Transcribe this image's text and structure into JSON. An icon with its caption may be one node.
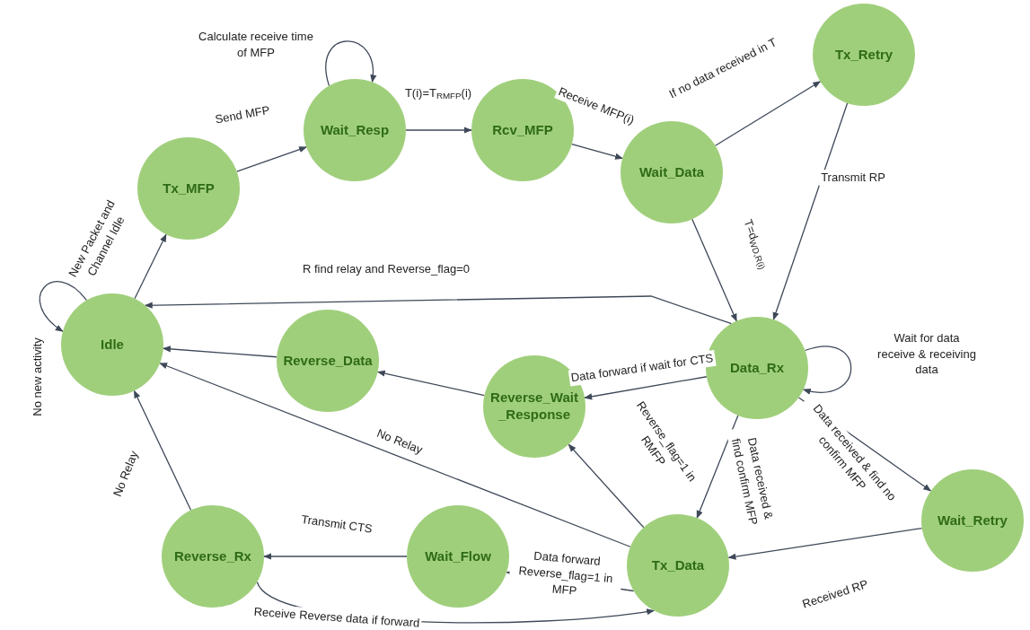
{
  "diagram": {
    "nodes": [
      {
        "text": [
          "Idle"
        ]
      },
      {
        "text": [
          "Tx_MFP"
        ]
      },
      {
        "text": [
          "Wait_Resp"
        ]
      },
      {
        "text": [
          "Rcv_MFP"
        ]
      },
      {
        "text": [
          "Wait_Data"
        ]
      },
      {
        "text": [
          "Tx_Retry"
        ]
      },
      {
        "text": [
          "Data_Rx"
        ]
      },
      {
        "text": [
          "Reverse_Data"
        ]
      },
      {
        "text": [
          "Reverse_Wait_Response"
        ]
      },
      {
        "text": [
          "Reverse_Rx"
        ]
      },
      {
        "text": [
          "Wait_Flow"
        ]
      },
      {
        "text": [
          "Tx_Data"
        ]
      },
      {
        "text": [
          "Wait_Retry"
        ]
      }
    ],
    "edges": [
      {
        "from": 0,
        "to": 1,
        "arrow": "to",
        "label": "New Packet and Channel Idle"
      },
      {
        "from": 0,
        "to": 0,
        "arrow": "to",
        "label": "No new activity"
      },
      {
        "from": 1,
        "to": 2,
        "arrow": "to",
        "label": "Send MFP"
      },
      {
        "from": 2,
        "to": 2,
        "arrow": "to",
        "label": "Calculate receive time of MFP"
      },
      {
        "from": 2,
        "to": 3,
        "arrow": "to",
        "label": "T(i)=T$_{RMFP}$(i)"
      },
      {
        "from": 3,
        "to": 4,
        "arrow": "to",
        "label": "Receive MFP(i)"
      },
      {
        "from": 4,
        "to": 5,
        "arrow": "to",
        "label": "If no data received in T"
      },
      {
        "from": 5,
        "to": 6,
        "arrow": "to",
        "label": "Transmit RP"
      },
      {
        "from": 4,
        "to": 6,
        "arrow": "to",
        "label": "T=d$_{WD,R(i)}$"
      },
      {
        "from": 6,
        "to": 0,
        "arrow": "to",
        "label": "R find relay and Reverse_flag=0"
      },
      {
        "from": 6,
        "to": 6,
        "arrow": "to",
        "label": "Wait for data receive & receiving data"
      },
      {
        "from": 6,
        "to": 8,
        "arrow": "to",
        "label": "Data forward if wait for CTS"
      },
      {
        "from": 8,
        "to": 7,
        "arrow": "to"
      },
      {
        "from": 7,
        "to": 0,
        "arrow": "to"
      },
      {
        "from": 11,
        "to": 0,
        "arrow": "to",
        "label": "No Relay"
      },
      {
        "from": 11,
        "to": 8,
        "arrow": "to",
        "label": "Reverse_flag=1 in RMFP"
      },
      {
        "from": 6,
        "to": 11,
        "arrow": "to",
        "label": "Data received & find confirm MFP"
      },
      {
        "from": 6,
        "to": 12,
        "arrow": "to",
        "label": "Data received & find no confirm MFP"
      },
      {
        "from": 12,
        "to": 11,
        "arrow": "to",
        "label": "Received RP"
      },
      {
        "from": 9,
        "to": 0,
        "arrow": "to",
        "label": "No Relay"
      },
      {
        "from": 10,
        "to": 9,
        "arrow": "to",
        "label": "Transmit CTS"
      },
      {
        "from": 11,
        "to": 10,
        "arrow": "to",
        "label": "Data forward Reverse_flag=1 in MFP"
      },
      {
        "from": 9,
        "to": 11,
        "arrow": "to",
        "label": "Receive Reverse data if forward"
      }
    ]
  }
}
